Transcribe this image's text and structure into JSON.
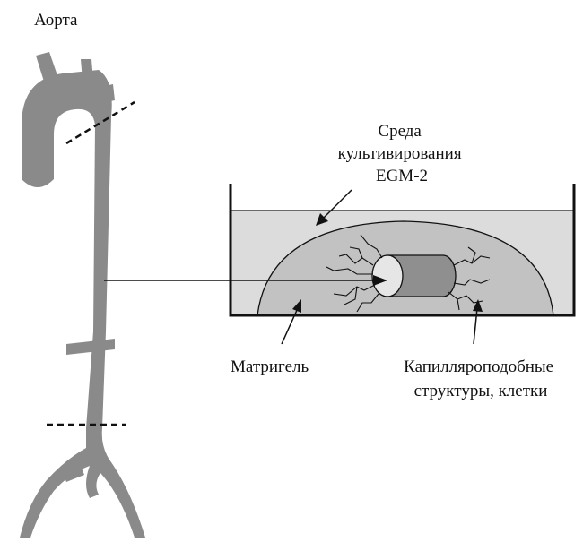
{
  "labels": {
    "aorta": "Аорта",
    "medium": [
      "Среда",
      "культивирования",
      "EGM-2"
    ],
    "matrigel": "Матригель",
    "capillary": [
      "Капилляроподобные",
      "структуры, клетки"
    ]
  },
  "colors": {
    "aorta": "#8a8a8a",
    "medium": "#dcdcdc",
    "matrigel": "#c2c2c2",
    "segment_dark": "#8f8f8f",
    "segment_light": "#e6e6e6",
    "ink": "#111111"
  }
}
